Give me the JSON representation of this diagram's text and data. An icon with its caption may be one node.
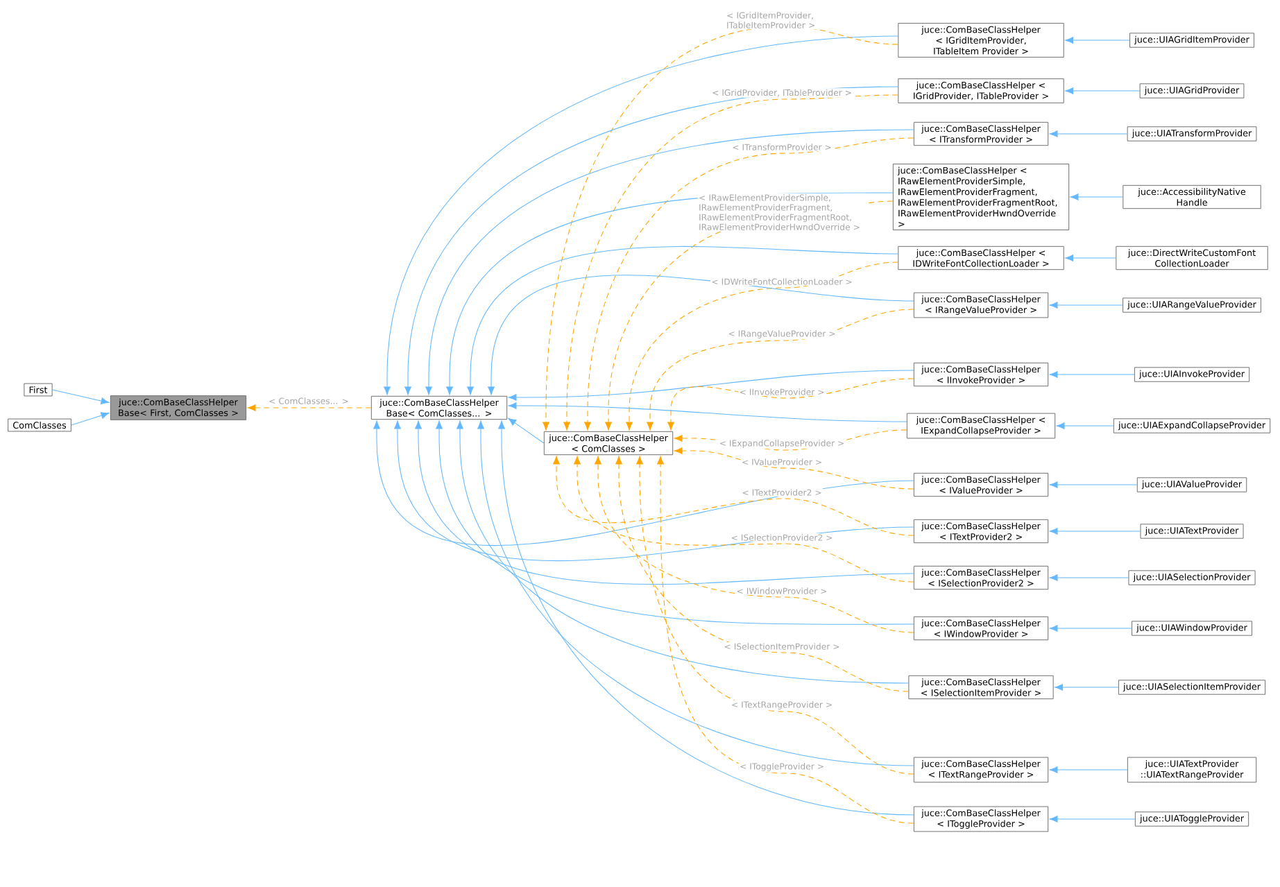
{
  "diagram": {
    "nodes": [
      {
        "text": [
          "First"
        ]
      },
      {
        "text": [
          "ComClasses"
        ]
      },
      {
        "text": [
          "juce::ComBaseClassHelper Base< First, ComClasses >"
        ]
      },
      {
        "text": [
          "juce::ComBaseClassHelper Base< ComClasses... >"
        ]
      },
      {
        "text": [
          "juce::ComBaseClassHelper < ComClasses >"
        ]
      },
      {
        "text": [
          "juce::ComBaseClassHelper < IGridItemProvider, ITableItem Provider >"
        ]
      },
      {
        "text": [
          "juce::ComBaseClassHelper < IGridProvider, ITableProvider >"
        ]
      },
      {
        "text": [
          "juce::ComBaseClassHelper < ITransformProvider >"
        ]
      },
      {
        "text": [
          "juce::ComBaseClassHelper < IRawElementProviderSimple, IRawElementProviderFragment, IRawElementProviderFragmentRoot, IRawElementProviderHwndOverride >"
        ]
      },
      {
        "text": [
          "juce::ComBaseClassHelper < IDWriteFontCollectionLoader >"
        ]
      },
      {
        "text": [
          "juce::ComBaseClassHelper < IRangeValueProvider >"
        ]
      },
      {
        "text": [
          "juce::ComBaseClassHelper < IInvokeProvider >"
        ]
      },
      {
        "text": [
          "juce::ComBaseClassHelper < IExpandCollapseProvider >"
        ]
      },
      {
        "text": [
          "juce::ComBaseClassHelper < IValueProvider >"
        ]
      },
      {
        "text": [
          "juce::ComBaseClassHelper < ITextProvider2 >"
        ]
      },
      {
        "text": [
          "juce::ComBaseClassHelper < ISelectionProvider2 >"
        ]
      },
      {
        "text": [
          "juce::ComBaseClassHelper < IWindowProvider >"
        ]
      },
      {
        "text": [
          "juce::ComBaseClassHelper < ISelectionItemProvider >"
        ]
      },
      {
        "text": [
          "juce::ComBaseClassHelper < ITextRangeProvider >"
        ]
      },
      {
        "text": [
          "juce::ComBaseClassHelper < IToggleProvider >"
        ]
      },
      {
        "text": [
          "juce::UIAGridItemProvider"
        ]
      },
      {
        "text": [
          "juce::UIAGridProvider"
        ]
      },
      {
        "text": [
          "juce::UIATransformProvider"
        ]
      },
      {
        "text": [
          "juce::AccessibilityNative Handle"
        ]
      },
      {
        "text": [
          "juce::DirectWriteCustomFont CollectionLoader"
        ]
      },
      {
        "text": [
          "juce::UIARangeValueProvider"
        ]
      },
      {
        "text": [
          "juce::UIAInvokeProvider"
        ]
      },
      {
        "text": [
          "juce::UIAExpandCollapseProvider"
        ]
      },
      {
        "text": [
          "juce::UIAValueProvider"
        ]
      },
      {
        "text": [
          "juce::UIATextProvider"
        ]
      },
      {
        "text": [
          "juce::UIASelectionProvider"
        ]
      },
      {
        "text": [
          "juce::UIAWindowProvider"
        ]
      },
      {
        "text": [
          "juce::UIASelectionItemProvider"
        ]
      },
      {
        "text": [
          "juce::UIATextProvider ::UIATextRangeProvider"
        ]
      },
      {
        "text": [
          "juce::UIAToggleProvider"
        ]
      }
    ],
    "edges": [
      {
        "from": 0,
        "to": 2,
        "arrow": "to"
      },
      {
        "from": 1,
        "to": 2,
        "arrow": "to"
      },
      {
        "from": 3,
        "to": 2,
        "arrow": "to",
        "label": "< ComClasses... >",
        "style": "dashed",
        "color": "#ffa500"
      },
      {
        "from": 4,
        "to": 3,
        "arrow": "to"
      },
      {
        "from": 5,
        "to": 3,
        "arrow": "to"
      },
      {
        "from": 5,
        "to": 4,
        "arrow": "to",
        "label": "< IGridItemProvider, ITableItemProvider >",
        "style": "dashed",
        "color": "#ffa500"
      },
      {
        "from": 6,
        "to": 3,
        "arrow": "to"
      },
      {
        "from": 6,
        "to": 4,
        "arrow": "to",
        "label": "< IGridProvider, ITableProvider >",
        "style": "dashed",
        "color": "#ffa500"
      },
      {
        "from": 7,
        "to": 3,
        "arrow": "to"
      },
      {
        "from": 7,
        "to": 4,
        "arrow": "to",
        "label": "< ITransformProvider >",
        "style": "dashed",
        "color": "#ffa500"
      },
      {
        "from": 8,
        "to": 3,
        "arrow": "to"
      },
      {
        "from": 8,
        "to": 4,
        "arrow": "to",
        "label": "< IRawElementProviderSimple, IRawElementProviderFragment, IRawElementProviderFragmentRoot, IRawElementProviderHwndOverride >",
        "style": "dashed",
        "color": "#ffa500"
      },
      {
        "from": 9,
        "to": 3,
        "arrow": "to"
      },
      {
        "from": 9,
        "to": 4,
        "arrow": "to",
        "label": "< IDWriteFontCollectionLoader >",
        "style": "dashed",
        "color": "#ffa500"
      },
      {
        "from": 10,
        "to": 3,
        "arrow": "to"
      },
      {
        "from": 10,
        "to": 4,
        "arrow": "to",
        "label": "< IRangeValueProvider >",
        "style": "dashed",
        "color": "#ffa500"
      },
      {
        "from": 11,
        "to": 3,
        "arrow": "to"
      },
      {
        "from": 11,
        "to": 4,
        "arrow": "to",
        "label": "< IInvokeProvider >",
        "style": "dashed",
        "color": "#ffa500"
      },
      {
        "from": 12,
        "to": 3,
        "arrow": "to"
      },
      {
        "from": 12,
        "to": 4,
        "arrow": "to",
        "label": "< IExpandCollapseProvider >",
        "style": "dashed",
        "color": "#ffa500"
      },
      {
        "from": 13,
        "to": 3,
        "arrow": "to"
      },
      {
        "from": 13,
        "to": 4,
        "arrow": "to",
        "label": "< IValueProvider >",
        "style": "dashed",
        "color": "#ffa500"
      },
      {
        "from": 14,
        "to": 3,
        "arrow": "to"
      },
      {
        "from": 14,
        "to": 4,
        "arrow": "to",
        "label": "< ITextProvider2 >",
        "style": "dashed",
        "color": "#ffa500"
      },
      {
        "from": 15,
        "to": 3,
        "arrow": "to"
      },
      {
        "from": 15,
        "to": 4,
        "arrow": "to",
        "label": "< ISelectionProvider2 >",
        "style": "dashed",
        "color": "#ffa500"
      },
      {
        "from": 16,
        "to": 3,
        "arrow": "to"
      },
      {
        "from": 16,
        "to": 4,
        "arrow": "to",
        "label": "< IWindowProvider >",
        "style": "dashed",
        "color": "#ffa500"
      },
      {
        "from": 17,
        "to": 3,
        "arrow": "to"
      },
      {
        "from": 17,
        "to": 4,
        "arrow": "to",
        "label": "< ISelectionItemProvider >",
        "style": "dashed",
        "color": "#ffa500"
      },
      {
        "from": 18,
        "to": 3,
        "arrow": "to"
      },
      {
        "from": 18,
        "to": 4,
        "arrow": "to",
        "label": "< ITextRangeProvider >",
        "style": "dashed",
        "color": "#ffa500"
      },
      {
        "from": 19,
        "to": 3,
        "arrow": "to"
      },
      {
        "from": 19,
        "to": 4,
        "arrow": "to",
        "label": "< IToggleProvider >",
        "style": "dashed",
        "color": "#ffa500"
      },
      {
        "from": 20,
        "to": 5,
        "arrow": "to"
      },
      {
        "from": 21,
        "to": 6,
        "arrow": "to"
      },
      {
        "from": 22,
        "to": 7,
        "arrow": "to"
      },
      {
        "from": 23,
        "to": 8,
        "arrow": "to"
      },
      {
        "from": 24,
        "to": 9,
        "arrow": "to"
      },
      {
        "from": 25,
        "to": 10,
        "arrow": "to"
      },
      {
        "from": 26,
        "to": 11,
        "arrow": "to"
      },
      {
        "from": 27,
        "to": 12,
        "arrow": "to"
      },
      {
        "from": 28,
        "to": 13,
        "arrow": "to"
      },
      {
        "from": 29,
        "to": 14,
        "arrow": "to"
      },
      {
        "from": 30,
        "to": 15,
        "arrow": "to"
      },
      {
        "from": 31,
        "to": 16,
        "arrow": "to"
      },
      {
        "from": 32,
        "to": 17,
        "arrow": "to"
      },
      {
        "from": 33,
        "to": 18,
        "arrow": "to"
      },
      {
        "from": 34,
        "to": 19,
        "arrow": "to"
      }
    ]
  }
}
